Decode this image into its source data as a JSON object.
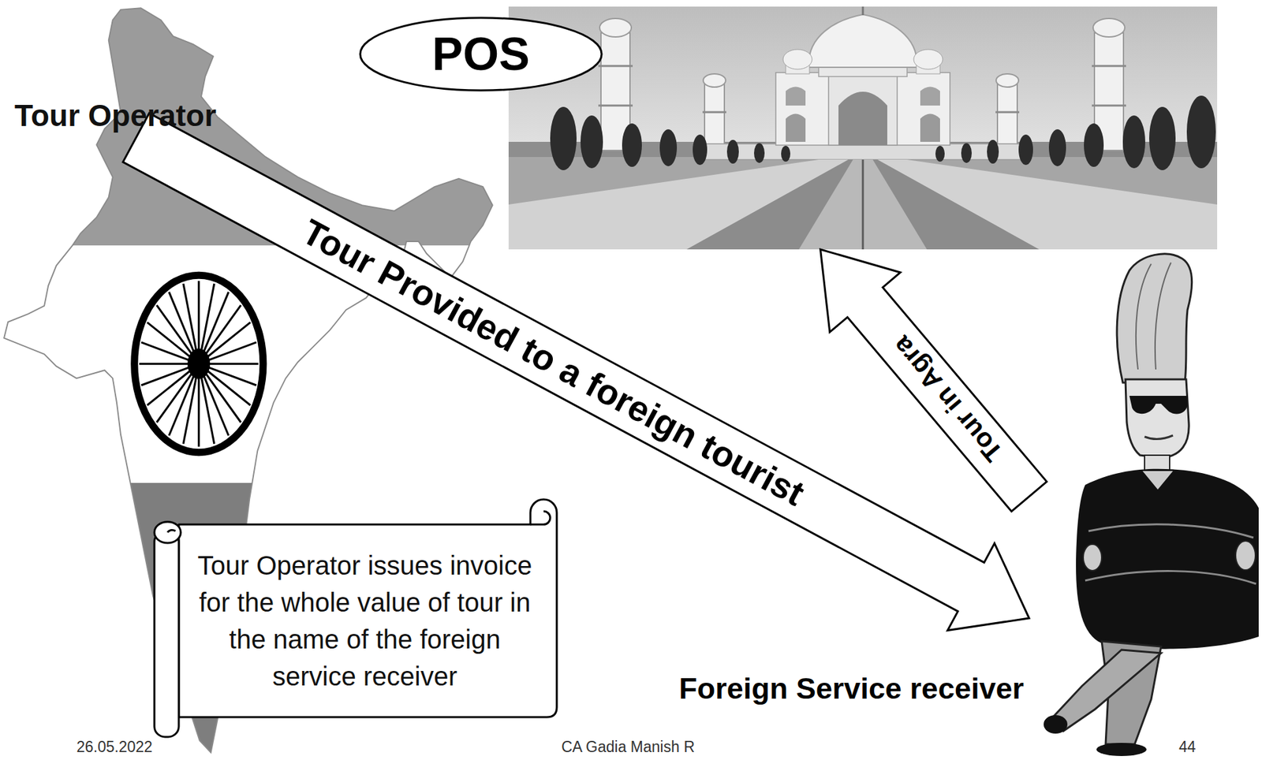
{
  "diagram": {
    "nodes": [
      {
        "text": [
          "Tour Operator"
        ]
      },
      {
        "text": [
          "POS"
        ]
      },
      {
        "text": [
          "Tour Operator issues invoice for the whole value of tour in the name of the foreign service receiver"
        ]
      },
      {
        "text": [
          "Foreign Service receiver"
        ]
      }
    ],
    "edges": [
      {
        "from": 0,
        "to": 3,
        "arrow": "to",
        "label": "Tour Provided to a foreign tourist"
      },
      {
        "from": 3,
        "to": 1,
        "arrow": "to",
        "label": "Tour in Agra"
      }
    ],
    "labels": [
      "26.05.2022",
      "CA Gadia Manish R",
      "44"
    ]
  }
}
